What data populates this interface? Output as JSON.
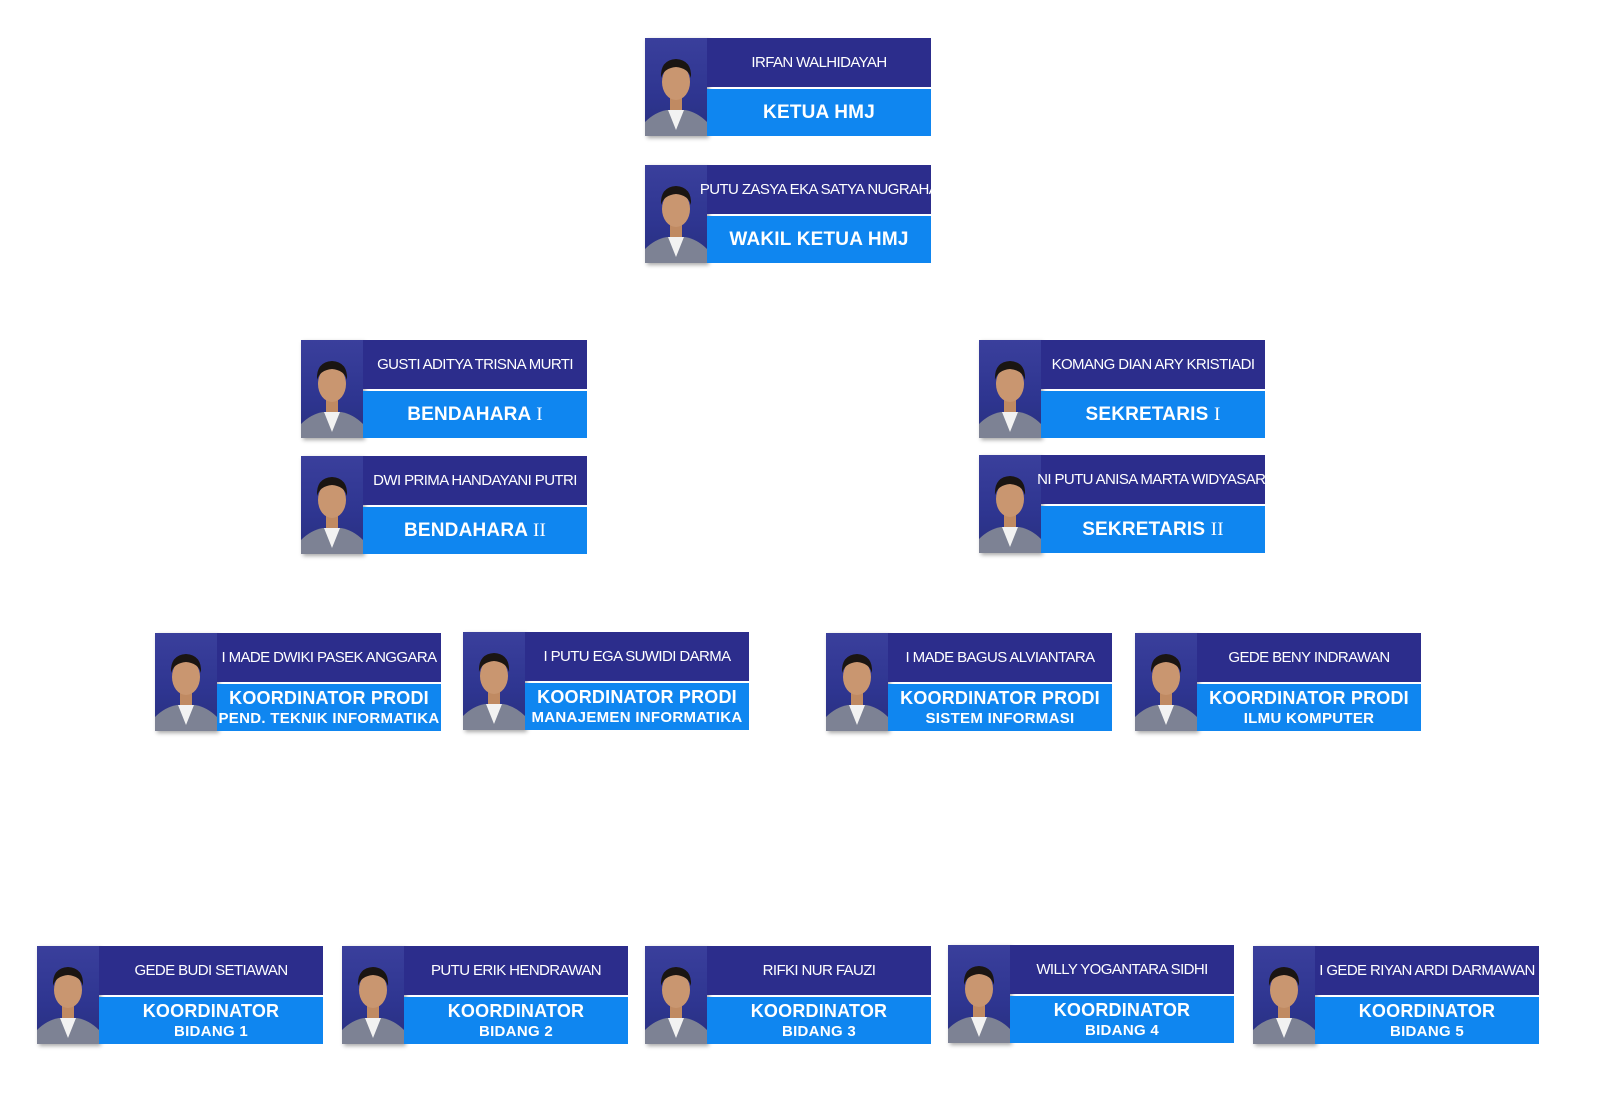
{
  "members": [
    {
      "id": "ketua",
      "name": "IRFAN WALHIDAYAH",
      "role": "KETUA HMJ",
      "role_sub": "",
      "numeral": ""
    },
    {
      "id": "wakil",
      "name": "PUTU ZASYA EKA SATYA NUGRAHA",
      "role": "WAKIL KETUA HMJ",
      "role_sub": "",
      "numeral": ""
    },
    {
      "id": "bendahara1",
      "name": "GUSTI ADITYA TRISNA MURTI",
      "role": "BENDAHARA",
      "role_sub": "",
      "numeral": "I"
    },
    {
      "id": "bendahara2",
      "name": "DWI PRIMA HANDAYANI PUTRI",
      "role": "BENDAHARA",
      "role_sub": "",
      "numeral": "II"
    },
    {
      "id": "sekretaris1",
      "name": "KOMANG DIAN ARY KRISTIADI",
      "role": "SEKRETARIS",
      "role_sub": "",
      "numeral": "I"
    },
    {
      "id": "sekretaris2",
      "name": "NI PUTU ANISA MARTA WIDYASARI",
      "role": "SEKRETARIS",
      "role_sub": "",
      "numeral": "II"
    },
    {
      "id": "koord-pti",
      "name": "I MADE DWIKI PASEK ANGGARA",
      "role": "KOORDINATOR PRODI",
      "role_sub": "PEND. TEKNIK INFORMATIKA",
      "numeral": ""
    },
    {
      "id": "koord-mi",
      "name": "I PUTU EGA SUWIDI DARMA",
      "role": "KOORDINATOR PRODI",
      "role_sub": "MANAJEMEN INFORMATIKA",
      "numeral": ""
    },
    {
      "id": "koord-si",
      "name": "I MADE BAGUS ALVIANTARA",
      "role": "KOORDINATOR PRODI",
      "role_sub": "SISTEM INFORMASI",
      "numeral": ""
    },
    {
      "id": "koord-ilkom",
      "name": "GEDE BENY INDRAWAN",
      "role": "KOORDINATOR PRODI",
      "role_sub": "ILMU KOMPUTER",
      "numeral": ""
    },
    {
      "id": "bidang1",
      "name": "GEDE BUDI SETIAWAN",
      "role": "KOORDINATOR",
      "role_sub": "BIDANG 1",
      "numeral": ""
    },
    {
      "id": "bidang2",
      "name": "PUTU ERIK HENDRAWAN",
      "role": "KOORDINATOR",
      "role_sub": "BIDANG 2",
      "numeral": ""
    },
    {
      "id": "bidang3",
      "name": "RIFKI NUR FAUZI",
      "role": "KOORDINATOR",
      "role_sub": "BIDANG 3",
      "numeral": ""
    },
    {
      "id": "bidang4",
      "name": "WILLY YOGANTARA SIDHI",
      "role": "KOORDINATOR",
      "role_sub": "BIDANG 4",
      "numeral": ""
    },
    {
      "id": "bidang5",
      "name": "I GEDE RIYAN ARDI DARMAWAN",
      "role": "KOORDINATOR",
      "role_sub": "BIDANG 5",
      "numeral": ""
    }
  ],
  "colors": {
    "name_bar": "#2c2d8c",
    "role_bar": "#0f86f0",
    "photo_bg": "#2e3590"
  }
}
